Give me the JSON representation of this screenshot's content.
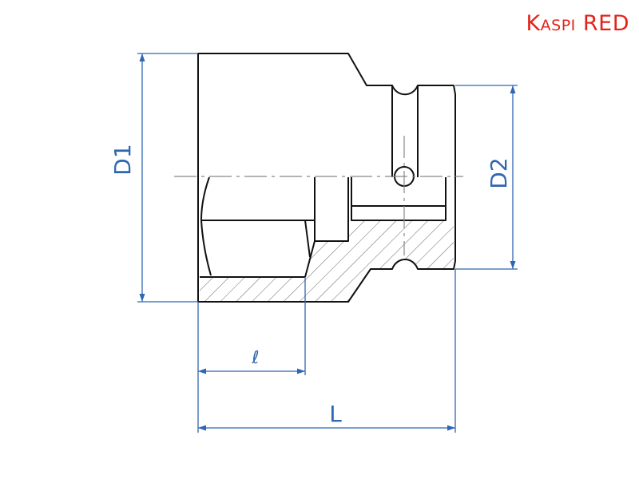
{
  "brand": {
    "name": "Kaspi",
    "suffix": "RED",
    "color": "#e2231a"
  },
  "dimensions": {
    "D1": "D1",
    "D2": "D2",
    "l": "ℓ",
    "L": "L"
  },
  "colors": {
    "outline": "#111111",
    "dimension": "#2f66b2",
    "centerline": "#888888",
    "hatch": "#666666"
  }
}
